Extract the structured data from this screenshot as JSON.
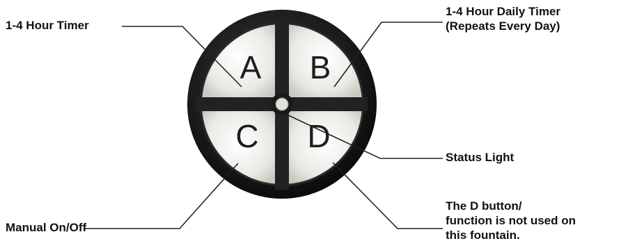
{
  "buttons": {
    "a": {
      "letter": "A"
    },
    "b": {
      "letter": "B"
    },
    "c": {
      "letter": "C"
    },
    "d": {
      "letter": "D"
    }
  },
  "labels": {
    "a": {
      "text": "1-4 Hour Timer"
    },
    "b": {
      "lines": [
        "1-4 Hour Daily Timer",
        "(Repeats Every Day)"
      ]
    },
    "status": {
      "text": "Status Light"
    },
    "c": {
      "text": "Manual On/Off"
    },
    "d": {
      "lines": [
        "The D button/",
        "function is not used on",
        "this fountain."
      ]
    }
  },
  "colors": {
    "ring": "#1c1c1c",
    "button_face": "#e9e9e4",
    "leader_line": "#222222",
    "text": "#111111"
  }
}
